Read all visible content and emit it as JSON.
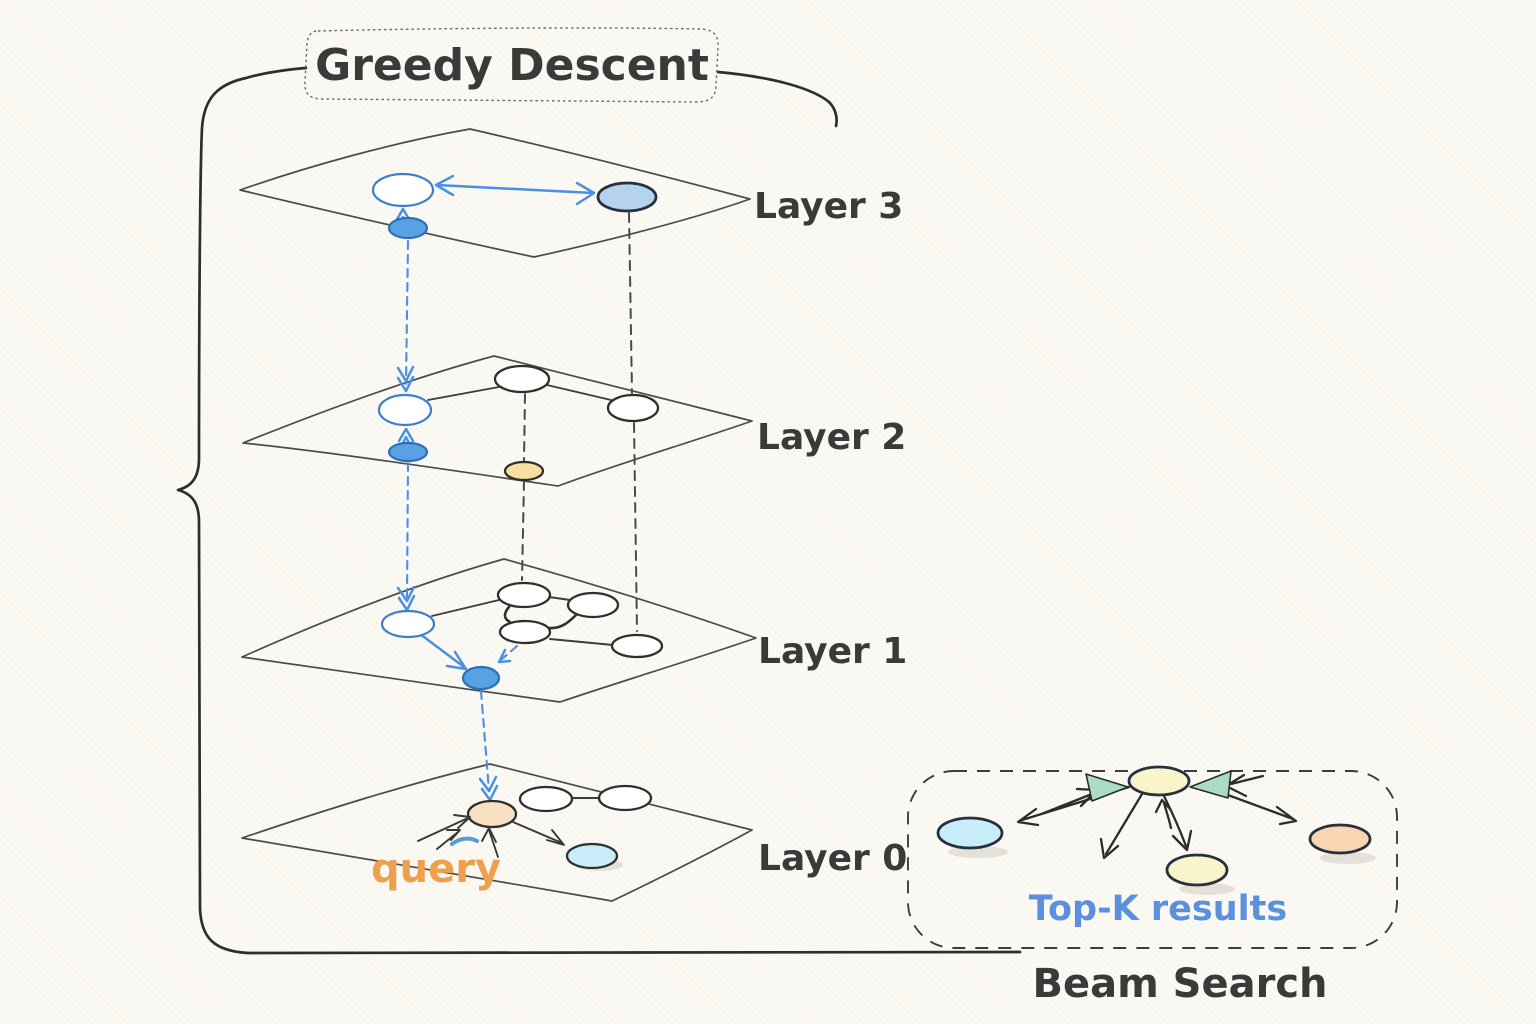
{
  "title": "Greedy Descent",
  "layers": [
    {
      "label": "Layer 3"
    },
    {
      "label": "Layer 2"
    },
    {
      "label": "Layer 1"
    },
    {
      "label": "Layer 0"
    }
  ],
  "annotations": {
    "query": "query"
  },
  "beam": {
    "topk": "Top-K results",
    "caption": "Beam Search"
  },
  "colors": {
    "ink": "#3a3a3a",
    "sketch_blue": "#4a90e2",
    "node_white": "#ffffff",
    "node_blue_light": "#b5d3ee",
    "node_blue_solid": "#58a1e2",
    "node_yellow_pale": "#faf4ca",
    "node_wheat": "#f6dfa0",
    "node_peach": "#f8e0c2",
    "node_orange": "#f9d5b4",
    "node_cyan": "#c9ecf9",
    "arrow_green": "#a9dcc2",
    "query_text": "#eda04e",
    "topk_text": "#5b90dd"
  }
}
